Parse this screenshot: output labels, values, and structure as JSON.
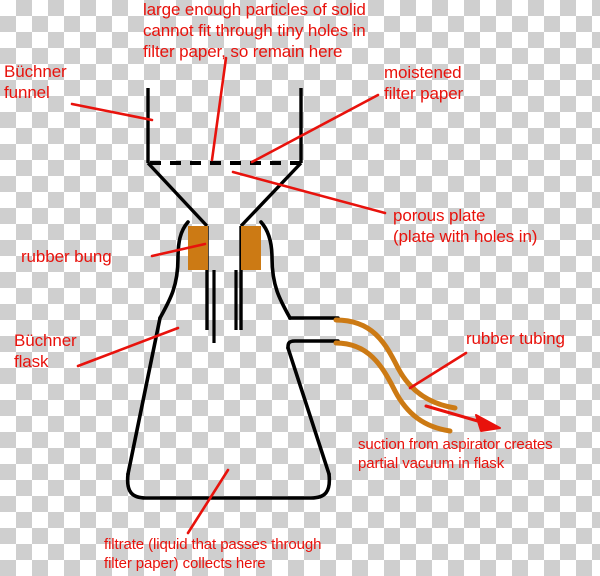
{
  "diagram": {
    "title": "Buchner funnel vacuum filtration apparatus",
    "colors": {
      "annotation_red": "#e8120c",
      "apparatus_black": "#000000",
      "rubber_orange": "#cc7a14",
      "background_checker": "#cfcfcf"
    },
    "labels": {
      "solid_particles": "large enough particles of solid\ncannot fit through tiny holes in\nfilter paper, so remain here",
      "buchner_funnel": "Büchner\nfunnel",
      "moistened_filter_paper": "moistened\nfilter paper",
      "porous_plate": "porous plate\n(plate with holes in)",
      "rubber_bung": "rubber bung",
      "buchner_flask": "Büchner\nflask",
      "rubber_tubing": "rubber tubing",
      "suction": "suction from aspirator creates\npartial vacuum in flask",
      "filtrate": "filtrate (liquid that passes through\nfilter paper) collects here"
    },
    "parts": {
      "funnel": "buchner-funnel",
      "filter_paper": "filter-paper-dashed-line",
      "bung_left": "rubber-bung-left",
      "bung_right": "rubber-bung-right",
      "flask": "buchner-flask",
      "tubing": "rubber-tubing",
      "suction_arrow": "suction-direction-arrow"
    }
  }
}
